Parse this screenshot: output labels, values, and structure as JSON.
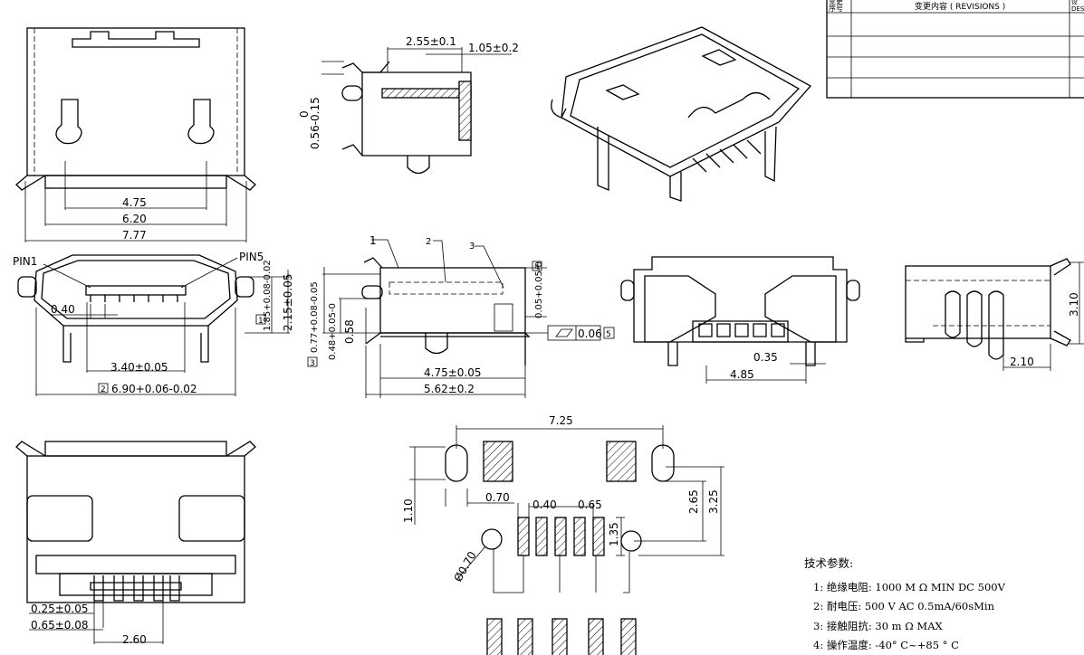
{
  "revisions": {
    "col_seq_cn": "变更",
    "col_seq_sub": "序号",
    "col_content": "变更内容 ( REVISIONS )",
    "col_right_top": "设",
    "col_right_bottom": "DES"
  },
  "front_view": {
    "dim_inner": "4.75",
    "dim_mid": "6.20",
    "dim_outer": "7.77"
  },
  "side_view": {
    "dim_top_a": "2.55±0.1",
    "dim_top_b": "1.05±0.2",
    "dim_vertical": "0.56-0.15",
    "dim_vertical_zero": "0"
  },
  "front_lower": {
    "pin1_label": "PIN1",
    "pin5_label": "PIN5",
    "dim_pitch": "0.40",
    "dim_pin_span": "3.40±0.05",
    "dim_width": "6.90+0.06-0.02",
    "dim_width_box": "2",
    "dim_h1": "1.85+0.08-0.02",
    "dim_h1_box": "1",
    "dim_h2": "2.15±0.05"
  },
  "section_view": {
    "callout_1": "1",
    "callout_2": "2",
    "callout_3": "3",
    "dim_h_a": "0.77+0.08-0.05",
    "dim_h_a_box": "3",
    "dim_h_b": "0.48+0.05-0",
    "dim_h_c": "0.58",
    "dim_right": "0.05+0.05-0",
    "dim_right_box": "4",
    "flatness_value": "0.06",
    "flatness_box": "5",
    "dim_bottom_a": "4.75±0.05",
    "dim_bottom_b": "5.62±0.2"
  },
  "top_view": {
    "dim_a": "0.35",
    "dim_b": "4.85"
  },
  "right_view": {
    "dim_height": "3.10",
    "dim_width": "2.10"
  },
  "bottom_view": {
    "dim_a": "0.25±0.05",
    "dim_b": "0.65±0.08",
    "dim_c": "2.60"
  },
  "footprint": {
    "dim_width": "7.25",
    "dim_slot_h": "1.10",
    "dim_slot_w": "0.70",
    "dim_pad_w": "0.40",
    "dim_pitch": "0.65",
    "dim_pad_gap": "1.35",
    "dim_hole": "Ø0.70",
    "dim_h1": "2.65",
    "dim_h2": "3.25"
  },
  "specs": {
    "title": "技术参数:",
    "items": [
      "1: 绝缘电阻:  1000 M  Ω MIN DC 500V",
      "2: 耐电压:   500 V  AC 0.5mA/60sMin",
      "3: 接触阻抗:  30 m  Ω MAX",
      "4: 操作温度:  -40° C~+85  ° C"
    ]
  }
}
